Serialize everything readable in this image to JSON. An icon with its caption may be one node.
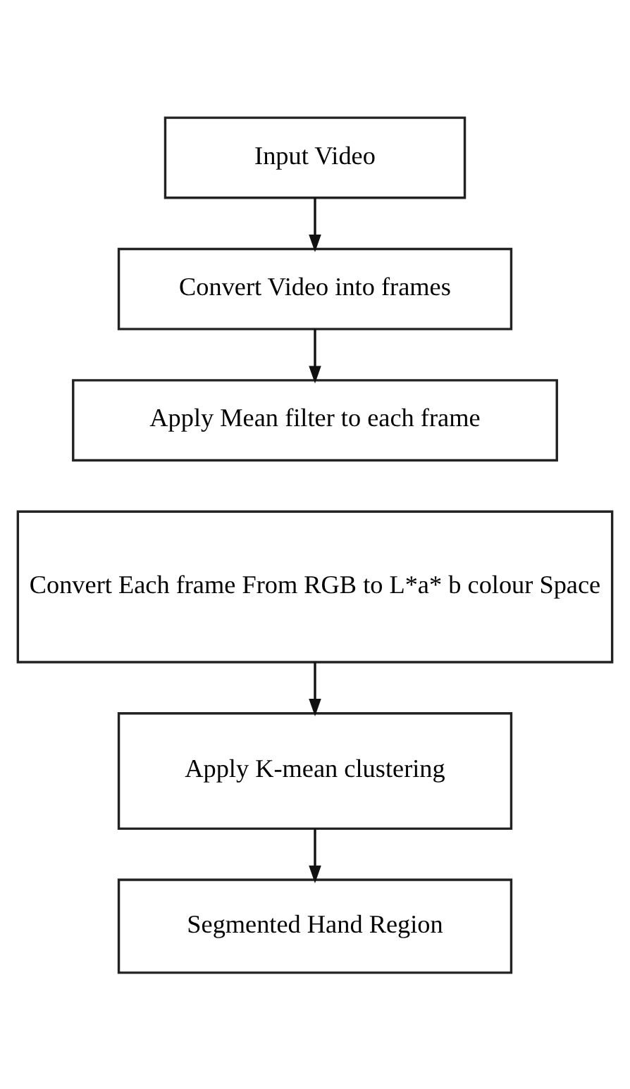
{
  "diagram": {
    "nodes": [
      {
        "text": [
          "Input Video"
        ]
      },
      {
        "text": [
          "Convert Video into frames"
        ]
      },
      {
        "text": [
          "Apply Mean filter to each frame"
        ]
      },
      {
        "text": [
          "Convert Each frame From RGB to L*a* b colour Space"
        ]
      },
      {
        "text": [
          "Apply K-mean clustering"
        ]
      },
      {
        "text": [
          "Segmented Hand Region"
        ]
      }
    ],
    "edges": [
      {
        "from": 0,
        "to": 1,
        "arrow": "to"
      },
      {
        "from": 1,
        "to": 2,
        "arrow": "to"
      },
      {
        "from": 3,
        "to": 4,
        "arrow": "to"
      },
      {
        "from": 4,
        "to": 5,
        "arrow": "to"
      }
    ]
  }
}
